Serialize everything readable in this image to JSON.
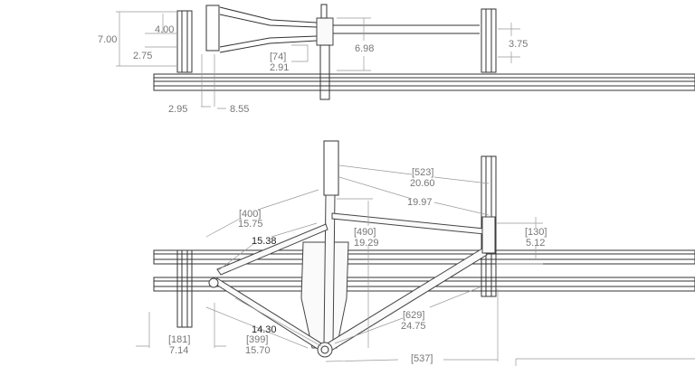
{
  "top_view": {
    "dims": [
      "7.00",
      "4.00",
      "2.75",
      "[74]",
      "2.91",
      "6.98",
      "3.75",
      "2.95",
      "8.55"
    ]
  },
  "side_view": {
    "dims": [
      "[523]",
      "20.60",
      "19.97",
      "[400]",
      "15.75",
      "15.38",
      "[490]",
      "19.29",
      "[130]",
      "5.12",
      "14.30",
      "[629]",
      "24.75",
      "[181]",
      "7.14",
      "[399]",
      "15.70",
      "[537]"
    ]
  }
}
